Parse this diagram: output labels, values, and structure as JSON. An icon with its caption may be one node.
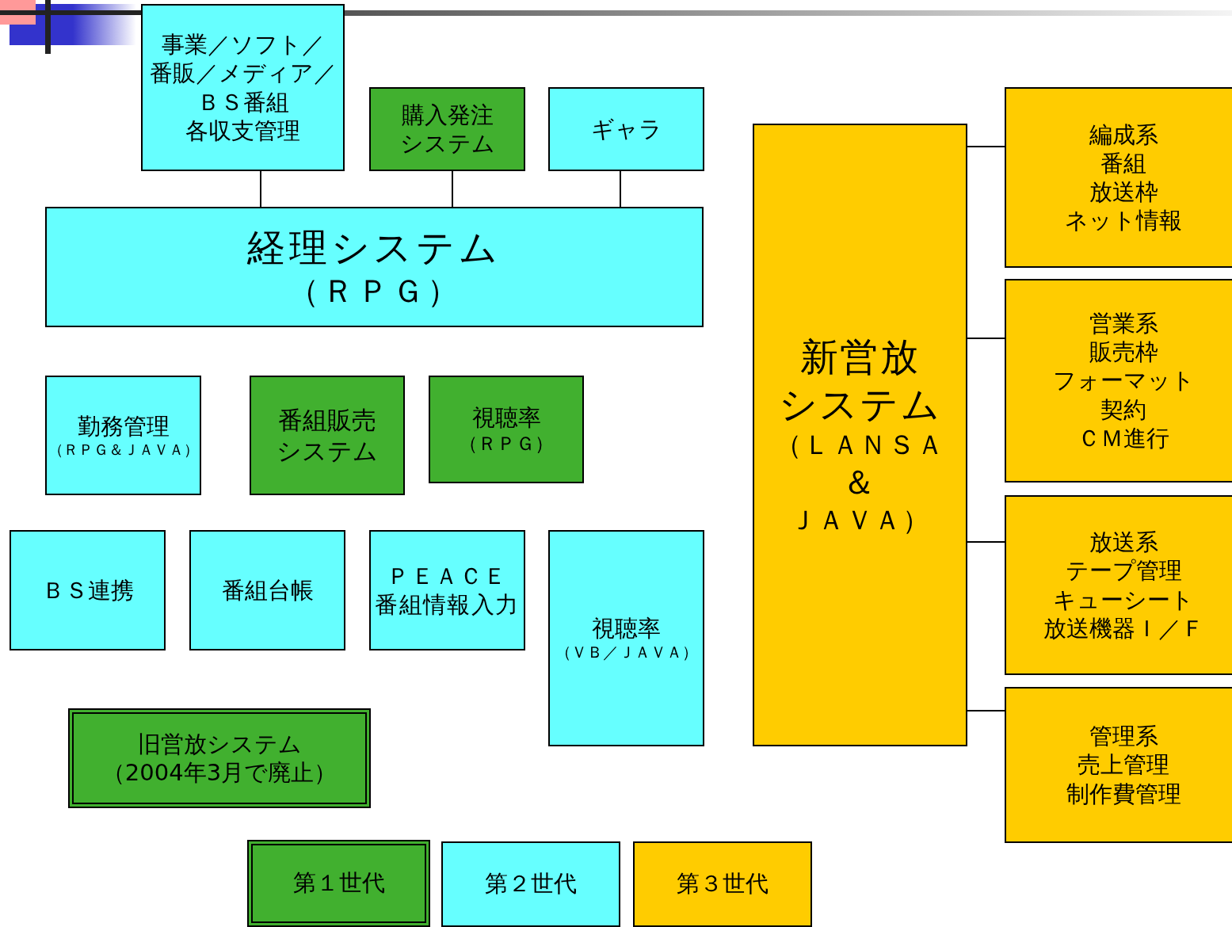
{
  "diagram": {
    "nodes": [
      {
        "text": [
          "事業／ソフト／",
          "番販／メディア／",
          "ＢＳ番組",
          "各収支管理"
        ]
      },
      {
        "text": [
          "購入発注",
          "システム"
        ]
      },
      {
        "text": [
          "ギャラ"
        ]
      },
      {
        "text": [
          "経理システム",
          "（ＲＰＧ）"
        ]
      },
      {
        "text": [
          "勤務管理",
          "（ＲＰＧ＆ＪＡＶＡ）"
        ]
      },
      {
        "text": [
          "番組販売",
          "システム"
        ]
      },
      {
        "text": [
          "視聴率",
          "（ＲＰＧ）"
        ]
      },
      {
        "text": [
          "ＢＳ連携"
        ]
      },
      {
        "text": [
          "番組台帳"
        ]
      },
      {
        "text": [
          "ＰＥＡＣＥ",
          "番組情報入力"
        ]
      },
      {
        "text": [
          "視聴率",
          "（ＶＢ／ＪＡＶＡ）"
        ]
      },
      {
        "text": [
          "旧営放システム",
          "（2004年3月で廃止）"
        ]
      },
      {
        "text": [
          "新営放",
          "システム",
          "（ＬＡＮＳＡ",
          "＆",
          "ＪＡＶＡ）"
        ]
      },
      {
        "text": [
          "編成系",
          "番組",
          "放送枠",
          "ネット情報"
        ]
      },
      {
        "text": [
          "営業系",
          "販売枠",
          "フォーマット",
          "契約",
          "ＣＭ進行"
        ]
      },
      {
        "text": [
          "放送系",
          "テープ管理",
          "キューシート",
          "放送機器Ｉ／Ｆ"
        ]
      },
      {
        "text": [
          "管理系",
          "売上管理",
          "制作費管理"
        ]
      }
    ],
    "edges": [
      {
        "from": 0,
        "to": 3,
        "arrow": "none"
      },
      {
        "from": 1,
        "to": 3,
        "arrow": "none"
      },
      {
        "from": 2,
        "to": 3,
        "arrow": "none"
      },
      {
        "from": 12,
        "to": 13,
        "arrow": "none"
      },
      {
        "from": 12,
        "to": 14,
        "arrow": "none"
      },
      {
        "from": 12,
        "to": 15,
        "arrow": "none"
      },
      {
        "from": 12,
        "to": 16,
        "arrow": "none"
      }
    ],
    "legend": [
      {
        "text": "第１世代",
        "color": "#41b02f"
      },
      {
        "text": "第２世代",
        "color": "#66ffff"
      },
      {
        "text": "第３世代",
        "color": "#ffcc00"
      }
    ]
  }
}
